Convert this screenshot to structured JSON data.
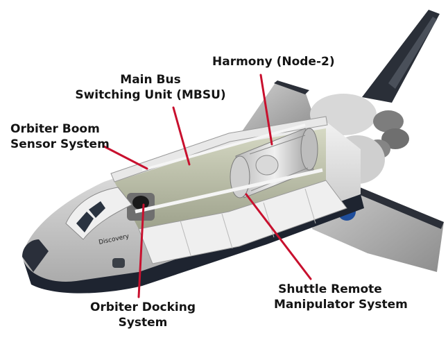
{
  "labels": {
    "harmony": "Harmony (Node-2)",
    "mbsu": {
      "line1": "Main Bus",
      "line2": "Switching Unit (MBSU)"
    },
    "obss": {
      "line1": "Orbiter Boom",
      "line2": "Sensor System"
    },
    "ods": {
      "line1": "Orbiter Docking",
      "line2": "System"
    },
    "srms": {
      "line1": "Shuttle Remote",
      "line2": "Manipulator System"
    }
  },
  "orbiter_name": "Discovery",
  "colors": {
    "leader_line": "#c8102e",
    "label_text": "#141414",
    "hull": "#dcdcdc",
    "tiles_dark": "#1e2430",
    "bay_interior": "#c9cdb5",
    "nasa_blue": "#1f4e9c"
  }
}
